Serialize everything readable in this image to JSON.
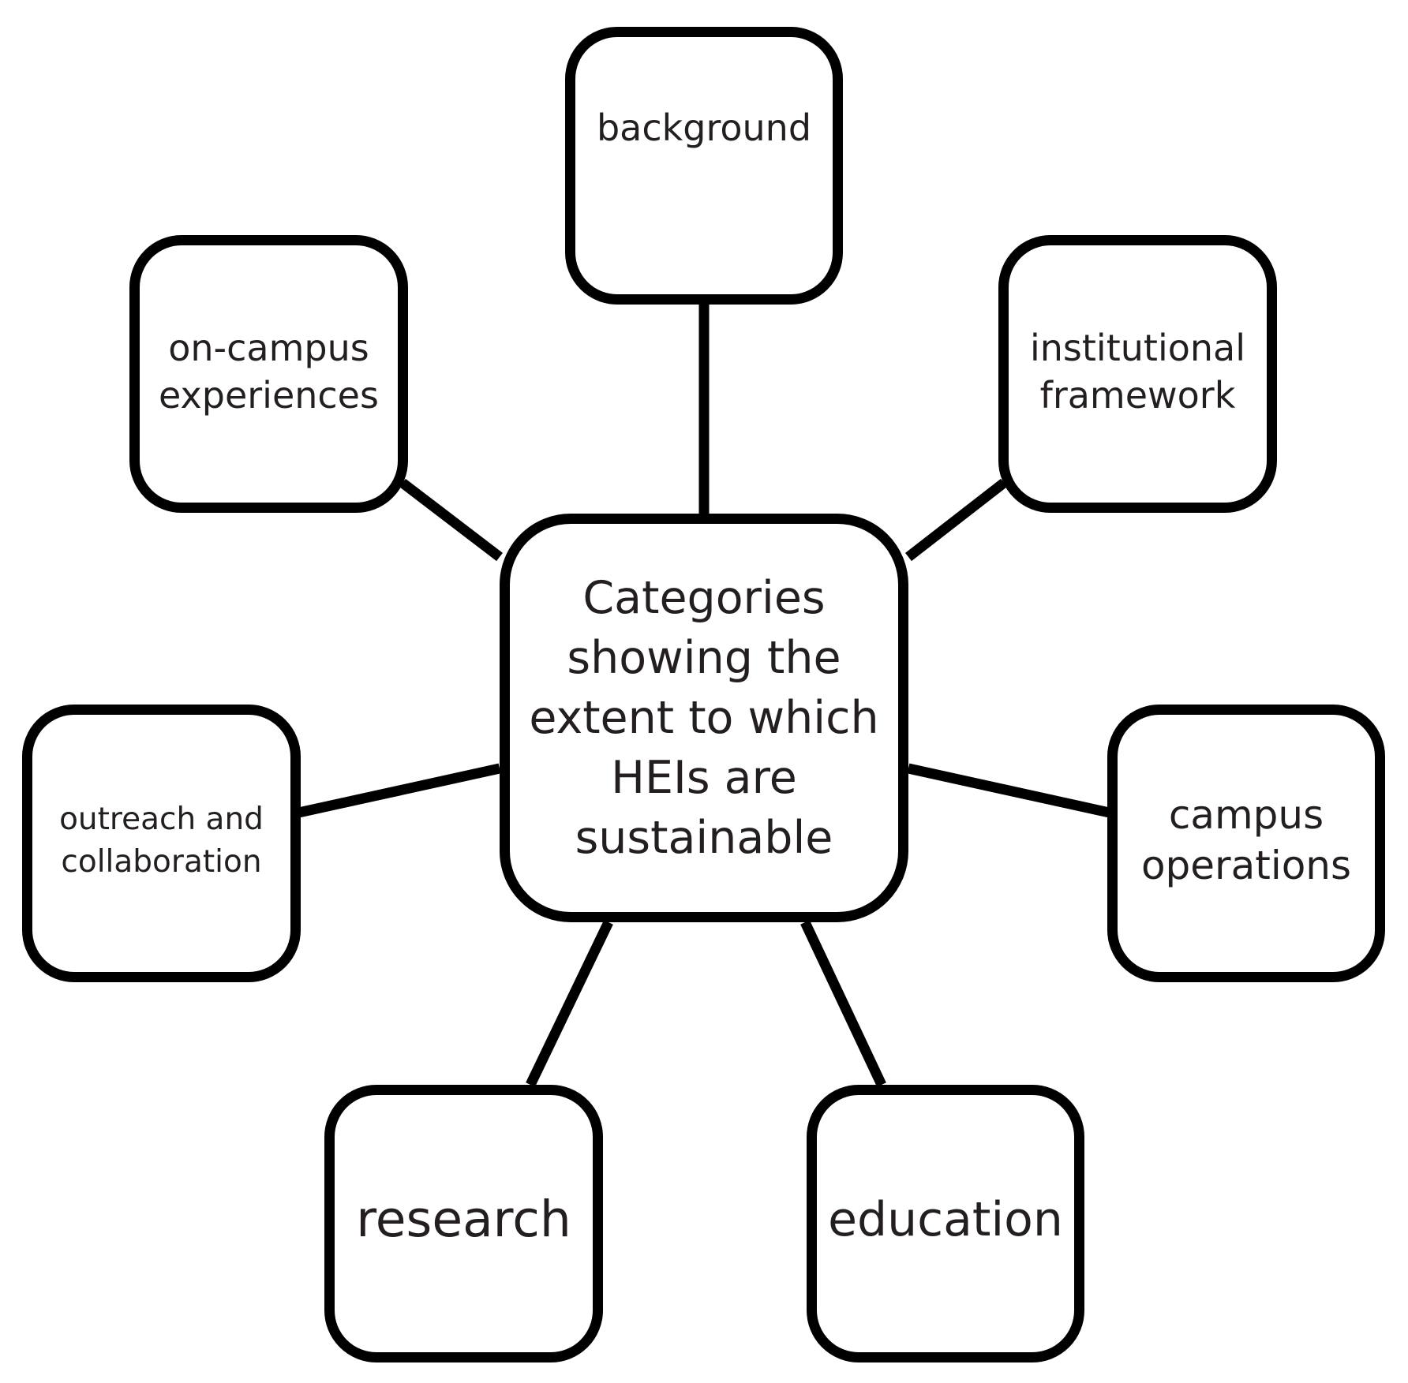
{
  "center": {
    "label": "Categories\nshowing the\nextent to which\nHEIs are\nsustainable"
  },
  "categories": [
    {
      "id": "background",
      "label": "background"
    },
    {
      "id": "institutional",
      "label": "institutional\nframework"
    },
    {
      "id": "campusops",
      "label": "campus\noperations"
    },
    {
      "id": "education",
      "label": "education"
    },
    {
      "id": "research",
      "label": "research"
    },
    {
      "id": "outreach",
      "label": "outreach and\ncollaboration"
    },
    {
      "id": "oncampus",
      "label": "on-campus\nexperiences"
    }
  ],
  "colors": {
    "stroke": "#000000",
    "text": "#231f20",
    "background": "#ffffff"
  }
}
